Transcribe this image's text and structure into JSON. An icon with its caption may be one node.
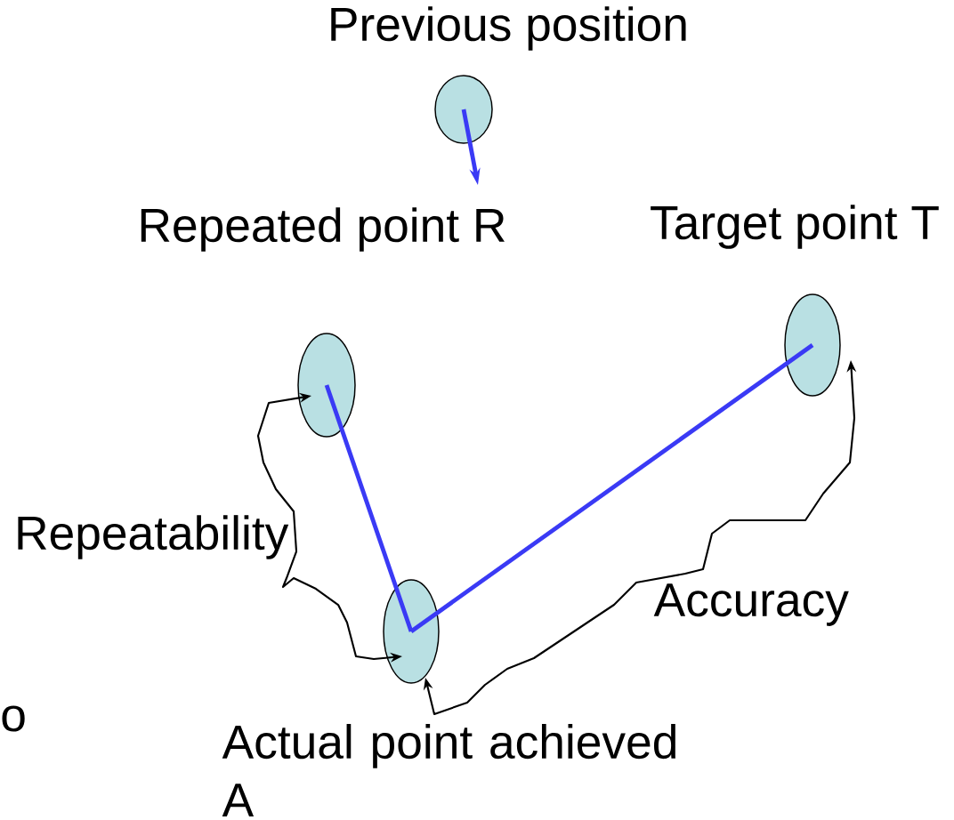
{
  "diagram": {
    "nodes": [
      {
        "text": [
          "Previous position"
        ]
      },
      {
        "text": [
          "Repeated point R"
        ]
      },
      {
        "text": [
          "Actual point achieved A"
        ]
      },
      {
        "text": [
          "Target point T"
        ]
      }
    ],
    "edges": [
      {
        "from": 0,
        "to": null,
        "arrow": "to"
      },
      {
        "from": 1,
        "to": 2,
        "arrow": "none"
      },
      {
        "from": 2,
        "to": 3,
        "arrow": "none"
      },
      {
        "from": 2,
        "to": 1,
        "arrow": "both",
        "label": "Repeatability",
        "color": "#000000"
      },
      {
        "from": 2,
        "to": 3,
        "arrow": "both",
        "label": "Accuracy",
        "color": "#000000"
      }
    ],
    "labels": [
      "o"
    ]
  }
}
